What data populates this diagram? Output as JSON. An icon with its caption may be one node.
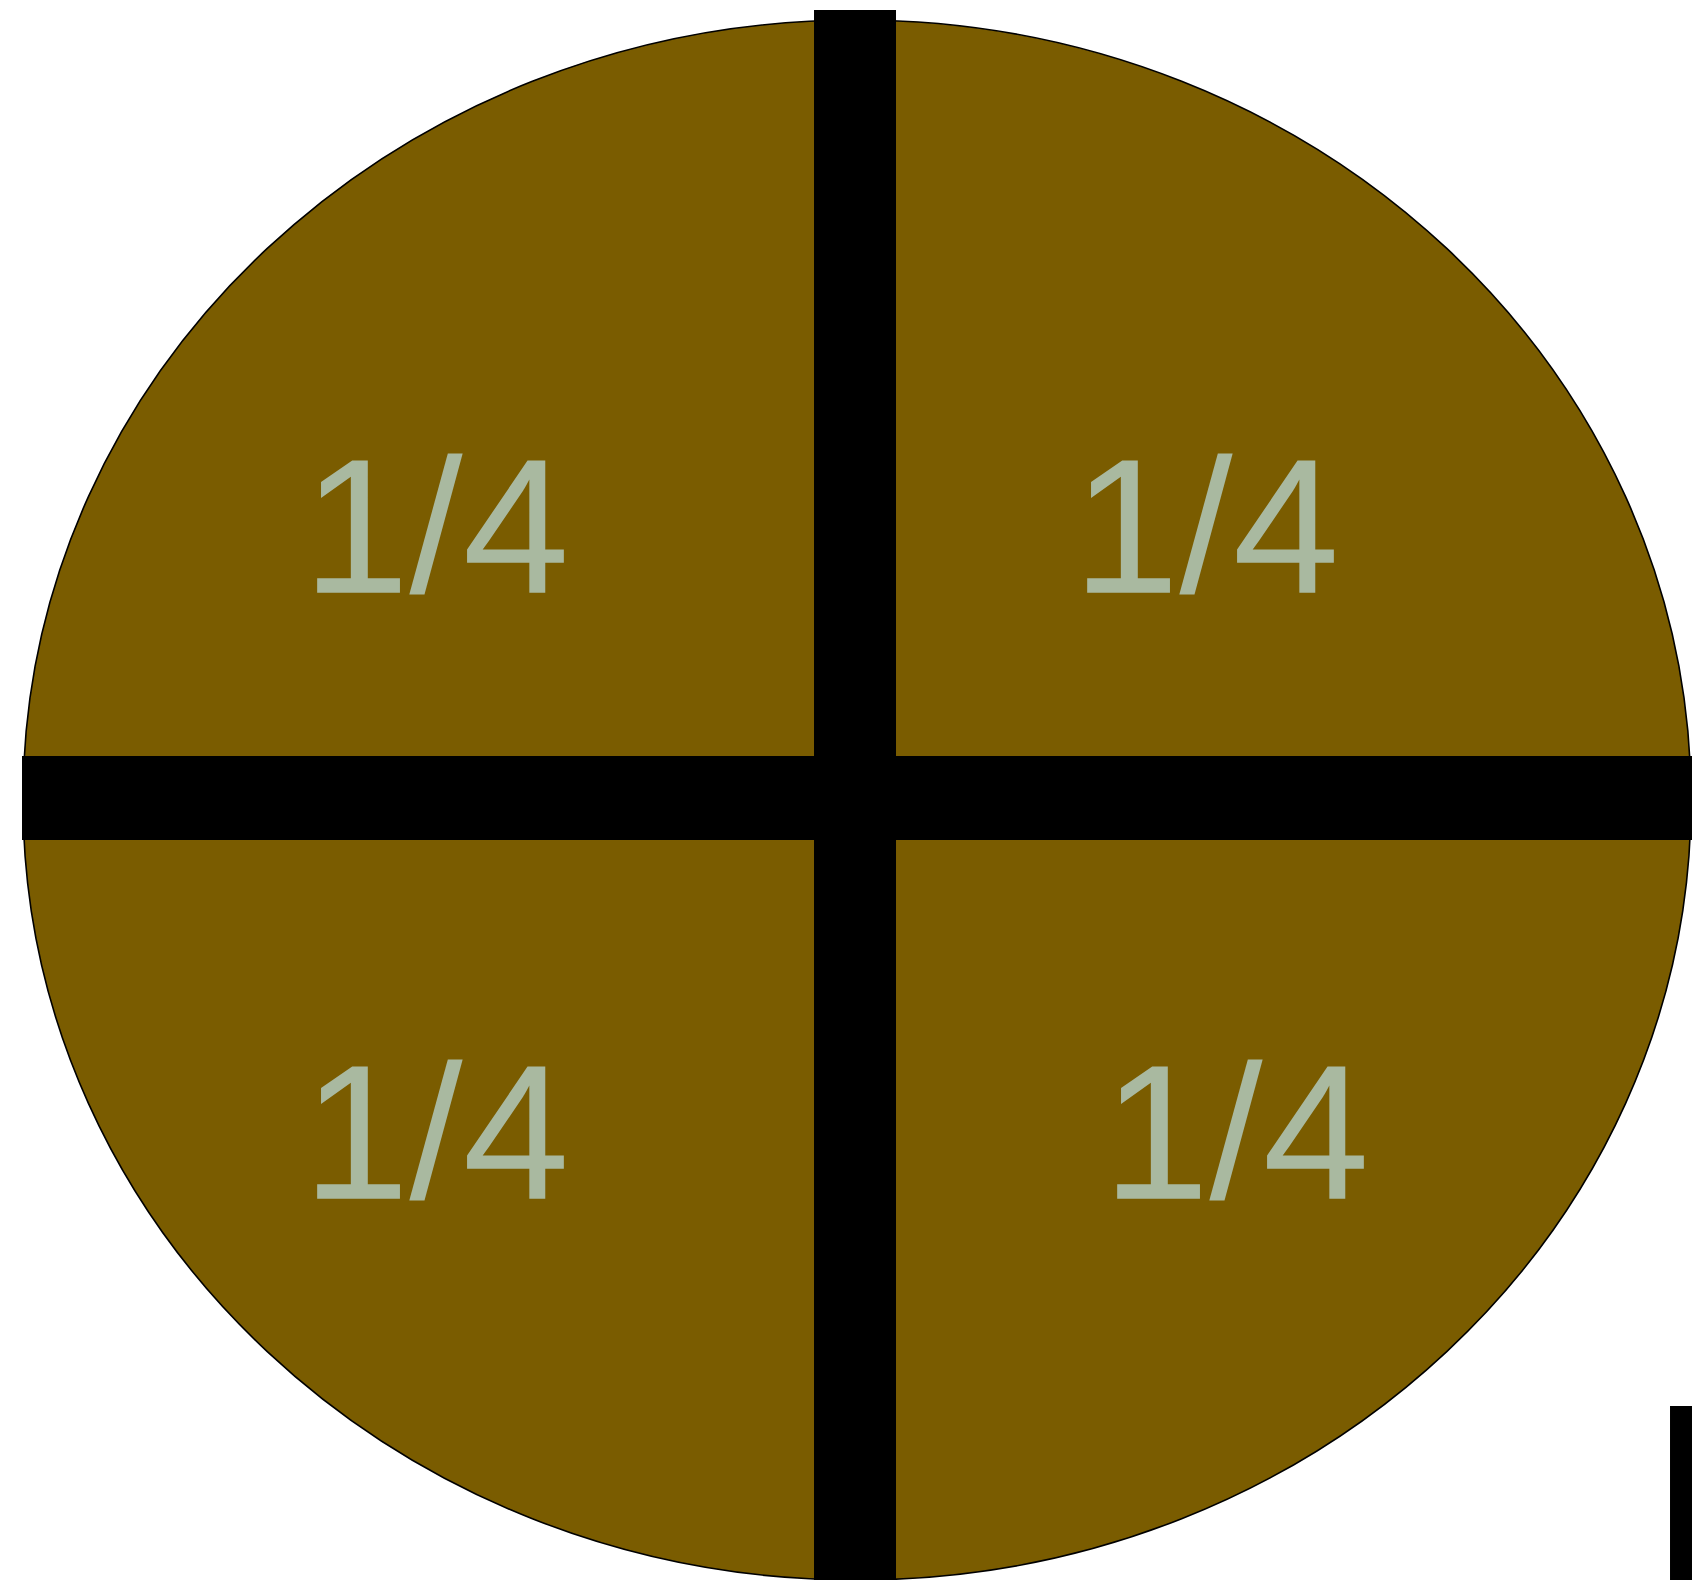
{
  "diagram": {
    "labels": [
      "1/4",
      "1/4",
      "1/4",
      "1/4"
    ]
  }
}
